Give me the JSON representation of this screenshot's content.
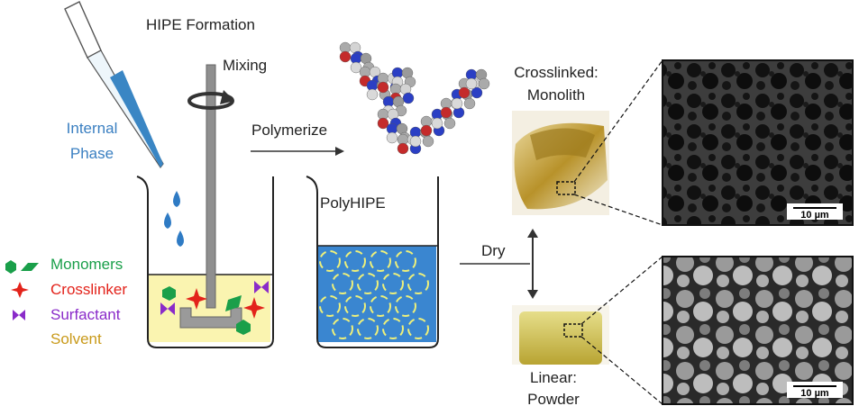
{
  "title": "HIPE Formation",
  "internal_phase": {
    "line1": "Internal",
    "line2": "Phase",
    "color": "#3a7fc1"
  },
  "mixing": "Mixing",
  "polymerize": "Polymerize",
  "polyhipe": "PolyHIPE",
  "dry": "Dry",
  "legend": [
    {
      "label": "Monomers",
      "color": "#1a9f4a",
      "icon": "hexagon-and-parallelogram-icon"
    },
    {
      "label": "Crosslinker",
      "color": "#e3231b",
      "icon": "four-point-star-icon"
    },
    {
      "label": "Surfactant",
      "color": "#8a2bc9",
      "icon": "bowtie-icon"
    },
    {
      "label": "Solvent",
      "color": "#c99a1a",
      "icon": ""
    }
  ],
  "crosslinked": {
    "line1": "Crosslinked:",
    "line2": "Monolith"
  },
  "linear": {
    "line1": "Linear:",
    "line2": "Powder"
  },
  "scale_top": "10 µm",
  "scale_bottom": "10 µm",
  "colors": {
    "solvent_fill": "#faf4b0",
    "emulsion_fill": "#3a86d0",
    "droplet": "#2f7bc4",
    "sample_yellow": "#c9a82a"
  }
}
